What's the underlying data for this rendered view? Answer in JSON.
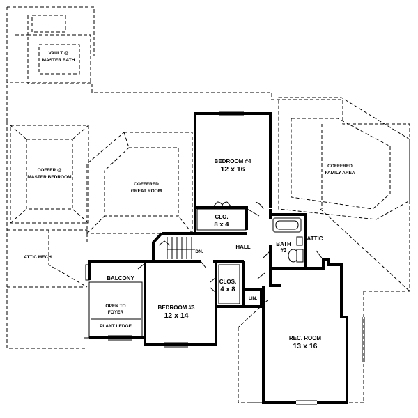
{
  "plan": {
    "rooms": {
      "vault": {
        "line1": "VAULT @",
        "line2": "MASTER BATH"
      },
      "coffer_master": {
        "line1": "COFFER @",
        "line2": "MASTER BEDROOM"
      },
      "coffered_great": {
        "line1": "COFFERED",
        "line2": "GREAT ROOM"
      },
      "bedroom4": {
        "name": "BEDROOM #4",
        "size": "12 x 16"
      },
      "coffered_family": {
        "line1": "COFFERED",
        "line2": "FAMILY AREA"
      },
      "clo_a": {
        "name": "CLO.",
        "size": "8 x 4"
      },
      "attic_mech": {
        "name": "ATTIC MECH."
      },
      "hall": {
        "name": "HALL"
      },
      "dn": {
        "name": "DN."
      },
      "bath3": {
        "line1": "BATH",
        "line2": "#3"
      },
      "attic": {
        "name": "ATTIC"
      },
      "balcony": {
        "name": "BALCONY"
      },
      "open_foyer": {
        "line1": "OPEN TO",
        "line2": "FOYER"
      },
      "plant_ledge": {
        "name": "PLANT LEDGE"
      },
      "bedroom3": {
        "name": "BEDROOM #3",
        "size": "12 x 14"
      },
      "clo_b": {
        "name": "CLOS.",
        "size": "4 x 8"
      },
      "lin": {
        "name": "LIN."
      },
      "rec_room": {
        "name": "REC. ROOM",
        "size": "13 x 16"
      }
    }
  }
}
